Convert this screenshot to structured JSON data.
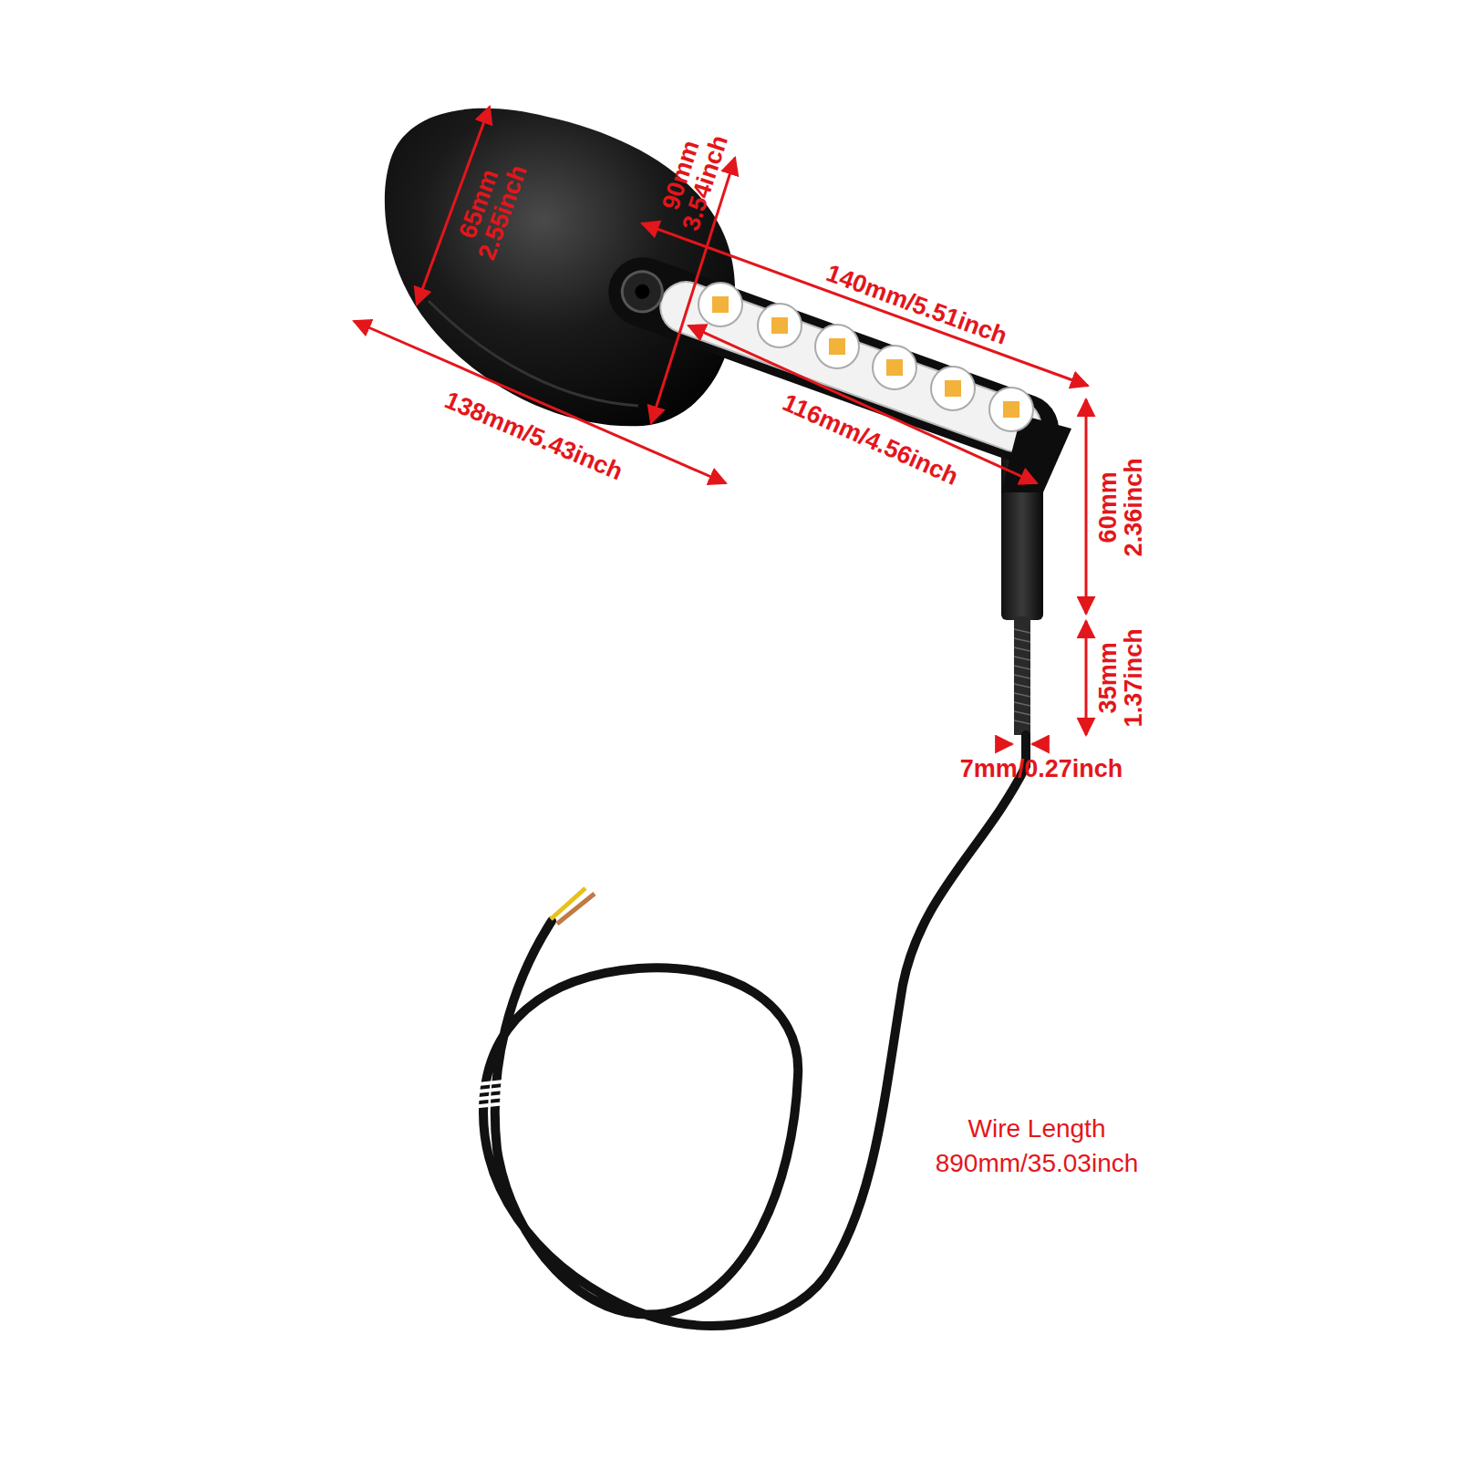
{
  "diagram": {
    "labels": [
      "65mm",
      "2.55inch",
      "90mm",
      "3.54inch",
      "140mm/5.51inch",
      "138mm/5.43inch",
      "116mm/4.56inch",
      "60mm",
      "2.36inch",
      "35mm",
      "1.37inch",
      "7mm/0.27inch",
      "Wire Length",
      "890mm/35.03inch"
    ]
  }
}
